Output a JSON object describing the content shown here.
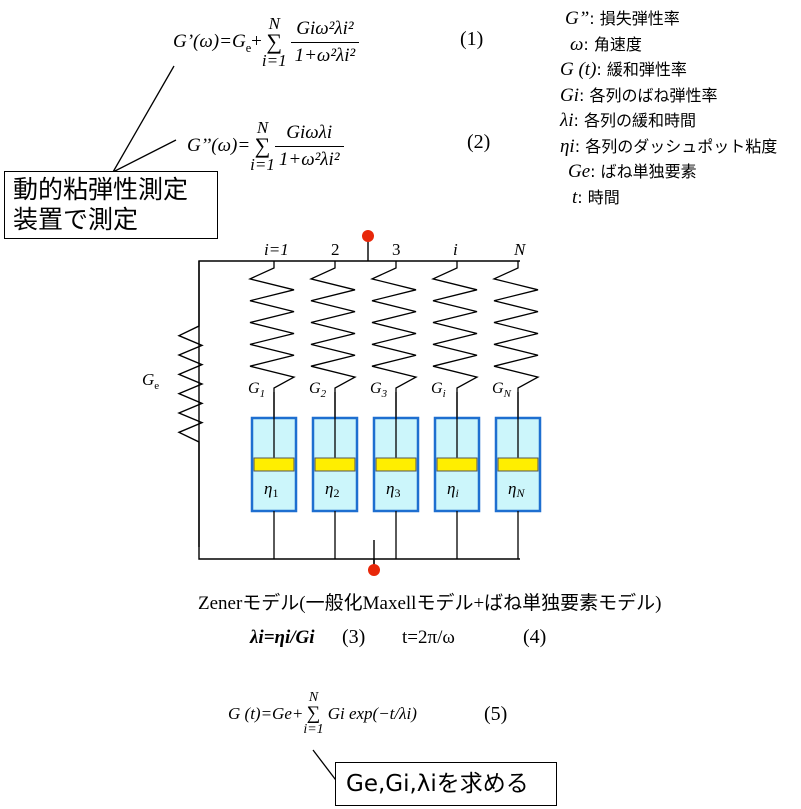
{
  "equations": {
    "eq1": {
      "lhs": "G’(ω)=",
      "ge": "G",
      "ge_sub": "e",
      "plus": "+",
      "sum_upper": "N",
      "sum_lower": "i=1",
      "num": "Giω²λi²",
      "den": "1+ω²λi²",
      "number": "(1)"
    },
    "eq2": {
      "lhs": "G’’(ω)=",
      "sum_upper": "N",
      "sum_lower": "i=1",
      "num": "Giωλi",
      "den": "1+ω²λi²",
      "number": "(2)"
    },
    "eq3": {
      "text": "λi=ηi/Gi",
      "number": "(3)"
    },
    "eq4": {
      "text": "t=2π/ω",
      "number": "(4)"
    },
    "eq5": {
      "lhs": "G (t)=Ge+",
      "sum_upper": "N",
      "sum_lower": "i=1",
      "rhs": "Gi exp(−t/λi)",
      "number": "(5)"
    }
  },
  "legend": [
    {
      "symbol": "G”",
      "desc": ": 損失弾性率"
    },
    {
      "symbol": "ω",
      "desc": ": 角速度"
    },
    {
      "symbol": "G (t)",
      "desc": ": 緩和弾性率"
    },
    {
      "symbol": "Gi",
      "desc": ": 各列のばね弾性率"
    },
    {
      "symbol": "λi",
      "desc": ": 各列の緩和時間"
    },
    {
      "symbol": "ηi",
      "desc": ": 各列のダッシュポット粘度"
    },
    {
      "symbol": "Ge",
      "desc": ": ばね単独要素"
    },
    {
      "symbol": "t",
      "desc": ": 時間"
    }
  ],
  "callouts": {
    "measurement": [
      "動的粘弾性測定",
      "装置で測定"
    ],
    "solve": "Ge,Gi,λiを求める"
  },
  "model": {
    "caption": "Zenerモデル(一般化Maxellモデル+ばね単独要素モデル)",
    "spring_single_label": "Ge",
    "branches": [
      {
        "index_label": "i=1",
        "spring_label": "G1",
        "dashpot_label": "η1"
      },
      {
        "index_label": "2",
        "spring_label": "G2",
        "dashpot_label": "η2"
      },
      {
        "index_label": "3",
        "spring_label": "G3",
        "dashpot_label": "η3"
      },
      {
        "index_label": "i",
        "spring_label": "Gi",
        "dashpot_label": "ηi"
      },
      {
        "index_label": "N",
        "spring_label": "GN",
        "dashpot_label": "ηN"
      }
    ],
    "colors": {
      "terminal": "#e8280a",
      "dashpot_fill": "#ccf6fb",
      "dashpot_border": "#1e6fd0",
      "piston": "#ffee00",
      "wire": "#000000"
    }
  }
}
